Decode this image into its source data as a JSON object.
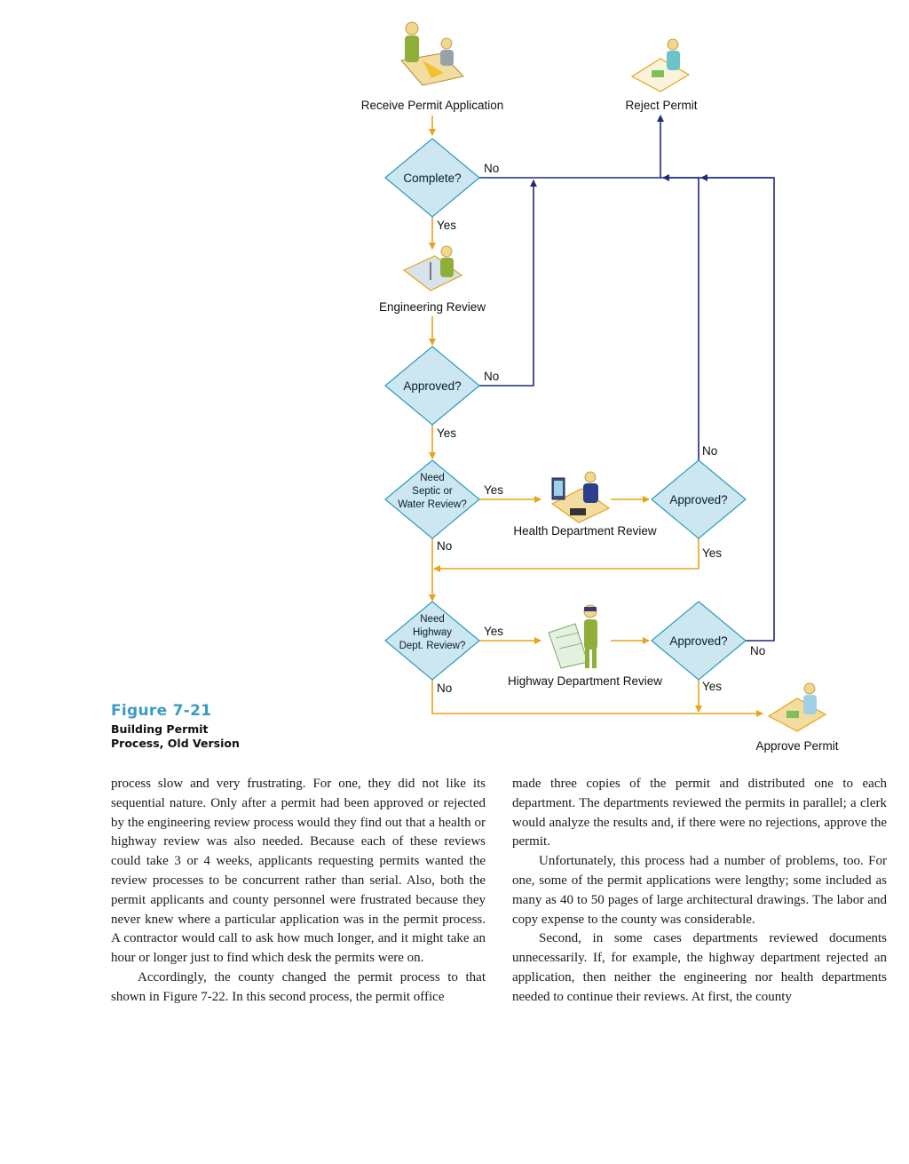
{
  "figure": {
    "number": "Figure 7-21",
    "title": "Building Permit Process, Old Version"
  },
  "diagram": {
    "nodes": {
      "receive": "Receive Permit Application",
      "reject": "Reject Permit",
      "complete": "Complete?",
      "engineering": "Engineering Review",
      "approved_eng": "Approved?",
      "need_septic": [
        "Need",
        "Septic or",
        "Water Review?"
      ],
      "health": "Health Department Review",
      "approved_health": "Approved?",
      "need_highway": [
        "Need",
        "Highway",
        "Dept. Review?"
      ],
      "highway": "Highway Department Review",
      "approved_highway": "Approved?",
      "approve": "Approve Permit"
    },
    "edge_labels": {
      "yes": "Yes",
      "no": "No"
    },
    "colors": {
      "yes_flow": "#e8a317",
      "no_flow": "#1f2a7a",
      "decision_fill": "#cce7f0",
      "decision_stroke": "#2a9bbf"
    }
  },
  "text": {
    "left": [
      "process slow and very frustrating. For one, they did not like its sequential nature. Only after a permit had been approved or rejected by the engineering review process would they find out that a health or highway review was also needed. Because each of these reviews could take 3 or 4 weeks, applicants requesting permits wanted the review processes to be concurrent rather than serial. Also, both the permit applicants and county personnel were frustrated because they never knew where a particular application was in the permit process. A contractor would call to ask how much longer, and it might take an hour or longer just to find which desk the permits were on.",
      "Accordingly, the county changed the permit process to that shown in Figure 7-22. In this second process, the permit office"
    ],
    "right": [
      "made three copies of the permit and distributed one to each department. The departments reviewed the permits in parallel; a clerk would analyze the results and, if there were no rejections, approve the permit.",
      "Unfortunately, this process had a number of problems, too. For one, some of the permit applications were lengthy; some included as many as 40 to 50 pages of large architectural drawings. The labor and copy expense to the county was considerable.",
      "Second, in some cases departments reviewed documents unnecessarily. If, for example, the highway department rejected an application, then neither the engineering nor health departments needed to continue their reviews. At first, the county"
    ]
  }
}
